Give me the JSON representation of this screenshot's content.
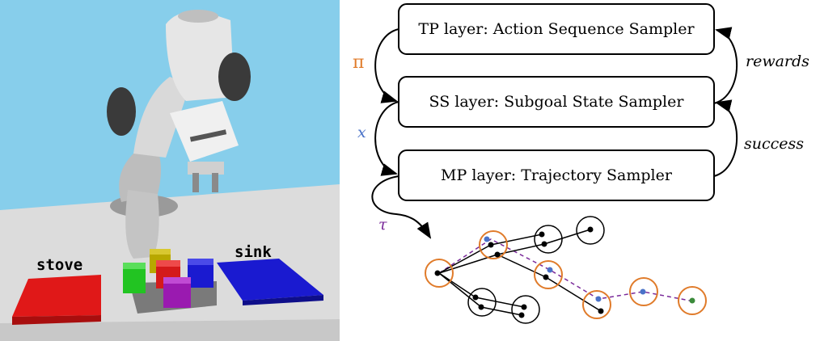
{
  "scene": {
    "stove_label": "stove",
    "sink_label": "sink",
    "colors": {
      "sky": "#87CEEB",
      "table": "#d9d9d9",
      "stove": "#e01818",
      "sink": "#1a1ad0",
      "block_green": "#22c422",
      "block_yellow": "#b8a800",
      "block_red": "#d41a1a",
      "block_blue": "#1a1ad0",
      "block_purple": "#9a1ab0",
      "robot": "#e8e8e8"
    }
  },
  "diagram": {
    "layers": [
      {
        "label": "TP layer: Action Sequence Sampler"
      },
      {
        "label": "SS layer: Subgoal State Sampler"
      },
      {
        "label": "MP layer: Trajectory Sampler"
      }
    ],
    "left_labels": {
      "pi": "π",
      "x": "x",
      "tau": "τ"
    },
    "right_labels": {
      "rewards": "rewards",
      "success": "success"
    },
    "colors": {
      "pi": "#e07b2a",
      "x": "#4a72c8",
      "tau": "#7a2a9a",
      "subgoal_circle": "#e07b2a",
      "subgoal_dot": "#4a72c8",
      "goal_dot": "#3a8a3a",
      "dashed_path": "#7a2a9a"
    }
  }
}
